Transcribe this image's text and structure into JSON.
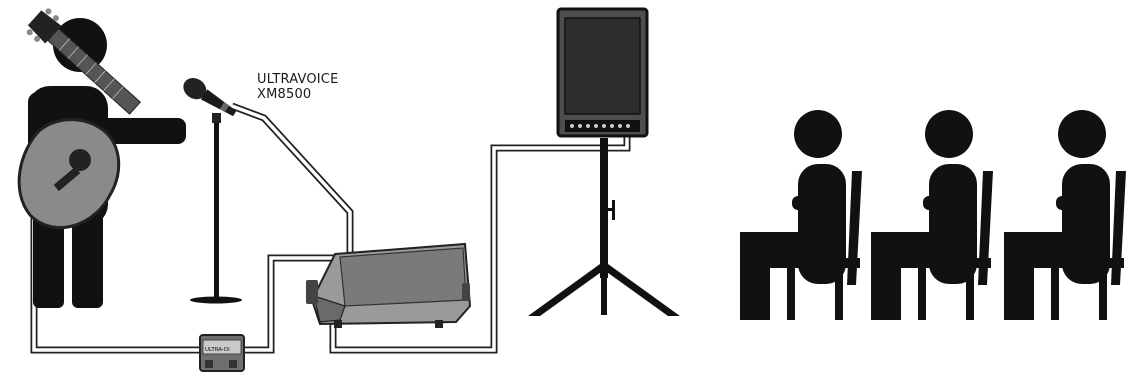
{
  "diagram": {
    "microphone_label": {
      "line1": "ULTRAVOICE",
      "line2": "XM8500"
    },
    "di_box_label": "ULTRA-DI",
    "audience_count": 3,
    "colors": {
      "figure": "#111111",
      "cable_outline": "#222222",
      "cable_fill": "#ffffff",
      "guitar_body": "#8a8a8a",
      "amp_body": "#9a9a9a",
      "speaker_cabinet": "#555555"
    }
  }
}
